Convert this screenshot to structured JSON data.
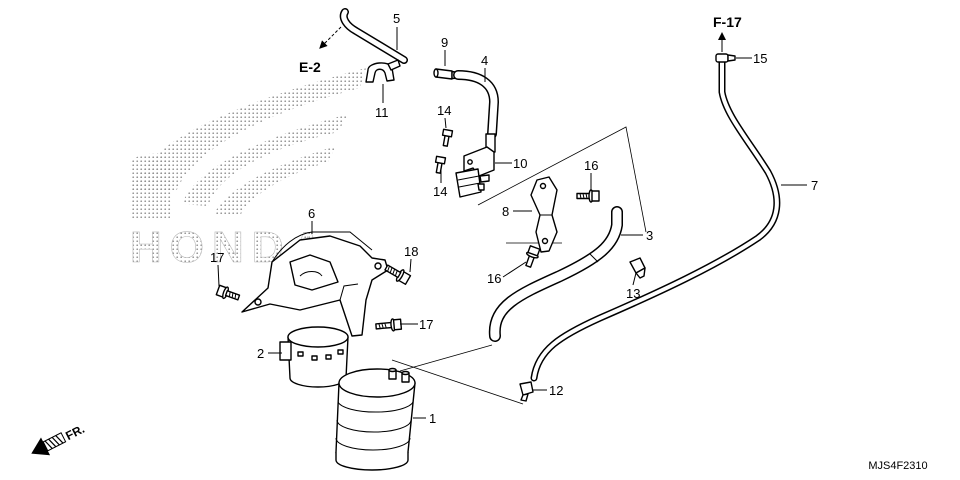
{
  "diagram": {
    "logo_text": "HONDA",
    "refs": {
      "e2": "E-2",
      "f17": "F-17"
    },
    "front_label": "FR.",
    "drawing_code": "MJS4F2310",
    "callouts": [
      "1",
      "2",
      "3",
      "4",
      "5",
      "6",
      "7",
      "8",
      "9",
      "10",
      "11",
      "12",
      "13",
      "14",
      "14",
      "15",
      "16",
      "16",
      "17",
      "17",
      "18"
    ]
  }
}
